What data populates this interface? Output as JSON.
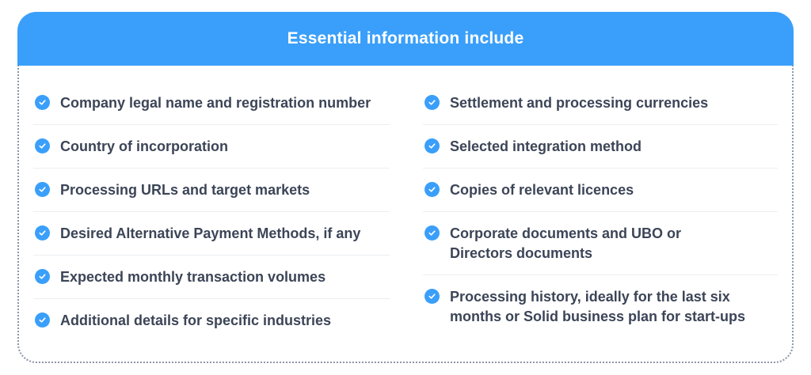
{
  "header": {
    "title": "Essential information include"
  },
  "colors": {
    "accent": "#3a9ffa",
    "text": "#3c4557"
  },
  "left_items": [
    {
      "label": "Company legal name and registration number"
    },
    {
      "label": "Country of incorporation"
    },
    {
      "label": "Processing URLs and target markets"
    },
    {
      "label": "Desired Alternative Payment Methods, if any"
    },
    {
      "label": "Expected monthly transaction volumes"
    },
    {
      "label": "Additional details for specific industries"
    }
  ],
  "right_items": [
    {
      "label": "Settlement and processing currencies"
    },
    {
      "label": "Selected integration method"
    },
    {
      "label": "Copies of relevant licences"
    },
    {
      "label": "Corporate documents and UBO or Directors documents"
    },
    {
      "label": "Processing history, ideally for the last six months or Solid business plan for start-ups"
    }
  ]
}
